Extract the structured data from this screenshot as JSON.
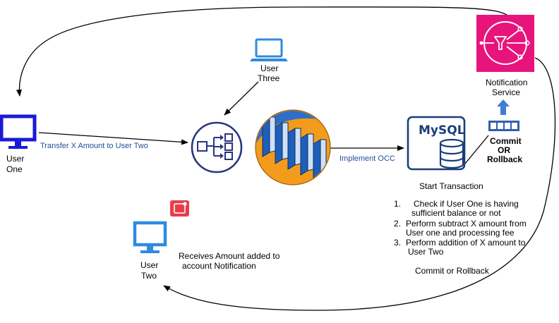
{
  "labels": {
    "user_one_line1": "User",
    "user_one_line2": "One",
    "user_two_line1": "User",
    "user_two_line2": "Two",
    "user_three_line1": "User",
    "user_three_line2": "Three",
    "notification_line1": "Notification",
    "notification_line2": "Service",
    "commit_line1": "Commit",
    "commit_line2": "OR",
    "commit_line3": "Rollback",
    "mysql": "MySQL",
    "start_transaction": "Start Transaction",
    "receives_line1": "Receives Amount added to",
    "receives_line2": "account Notification",
    "commit_or_rollback": "Commit or Rollback"
  },
  "edges": {
    "transfer": "Transfer  X Amount to User Two",
    "implement_occ": "Implement OCC"
  },
  "steps": [
    {
      "num": "1.",
      "line1": "Check if User One is having",
      "line2": "sufficient balance or not"
    },
    {
      "num": "2.",
      "line1": "Perform subtract X amount from",
      "line2": "User one and processing fee"
    },
    {
      "num": "3.",
      "line1": "Perform addition of X amount to",
      "line2": "User Two"
    }
  ],
  "icons": {
    "user_one": "desktop-monitor-icon",
    "user_two": "desktop-monitor-icon",
    "user_three": "laptop-icon",
    "load_balancer": "load-balancer-icon",
    "servers": "server-cluster-icon",
    "database": "mysql-database-icon",
    "notification": "sns-notification-icon",
    "queue": "message-queue-icon",
    "alert": "notification-alert-icon"
  },
  "colors": {
    "monitor_blue": "#1a1ad6",
    "light_blue": "#2f8ae0",
    "queue_blue": "#2f5fb0",
    "sns_pink": "#e7157b",
    "server_orange": "#f29b1d",
    "server_blue": "#1f5fb8",
    "edge_label": "#1f4e9a",
    "alert_red": "#e83e4a"
  }
}
